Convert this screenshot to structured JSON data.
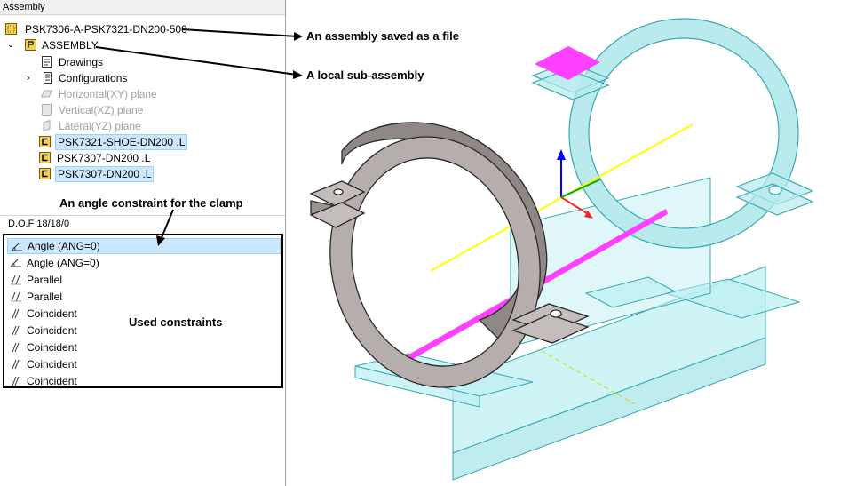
{
  "panel": {
    "title": "Assembly",
    "tree": {
      "root_label": "PSK7306-A-PSK7321-DN200-500",
      "sub_assembly_label": "ASSEMBLY",
      "drawings_label": "Drawings",
      "configurations_label": "Configurations",
      "plane_xy_label": "Horizontal(XY) plane",
      "plane_xz_label": "Vertical(XZ) plane",
      "plane_yz_label": "Lateral(YZ) plane",
      "part_1_label": "PSK7321-SHOE-DN200 .L",
      "part_2_label": "PSK7307-DN200 .L",
      "part_3_label": "PSK7307-DN200 .L"
    },
    "dof_text": "D.O.F  18/18/0",
    "constraints": [
      {
        "label": "Angle (ANG=0)",
        "icon": "angle-icon"
      },
      {
        "label": "Angle (ANG=0)",
        "icon": "angle-icon"
      },
      {
        "label": "Parallel",
        "icon": "parallel-icon"
      },
      {
        "label": "Parallel",
        "icon": "parallel-icon"
      },
      {
        "label": "Coincident",
        "icon": "coincident-icon"
      },
      {
        "label": "Coincident",
        "icon": "coincident-icon"
      },
      {
        "label": "Coincident",
        "icon": "coincident-icon"
      },
      {
        "label": "Coincident",
        "icon": "coincident-icon"
      },
      {
        "label": "Coincident",
        "icon": "coincident-icon"
      }
    ]
  },
  "annotations": {
    "assembly_file": "An assembly saved as a file",
    "local_sub_assembly": "A local sub-assembly",
    "angle_constraint": "An angle constraint for the clamp",
    "used_constraints": "Used constraints"
  },
  "colors": {
    "selection": "#cce8ff",
    "ghost_part": "#a8e6ea",
    "solid_clamp": "#b3aba9",
    "highlight": "#ff40ff",
    "axis_yellow": "#ffff00"
  }
}
